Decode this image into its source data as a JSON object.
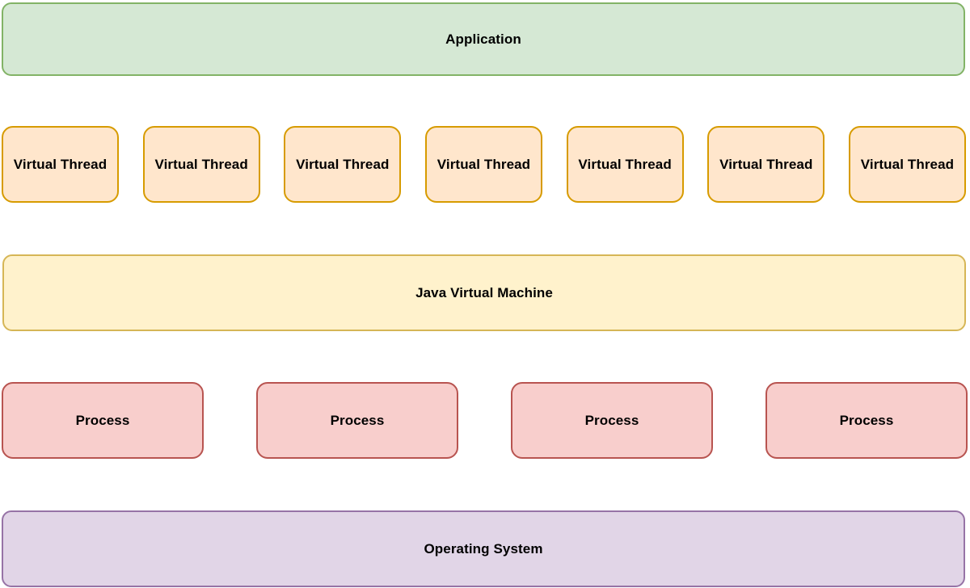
{
  "diagram": {
    "background_color": "#ffffff",
    "text_color": "#000000",
    "application": {
      "label": "Application",
      "fill_color": "#d5e8d4",
      "border_color": "#82b366"
    },
    "virtual_threads": {
      "label": "Virtual Thread",
      "count": 7,
      "fill_color": "#ffe6cc",
      "border_color": "#d79b00"
    },
    "jvm": {
      "label": "Java Virtual Machine",
      "fill_color": "#fff2cc",
      "border_color": "#d6b656"
    },
    "processes": {
      "label": "Process",
      "count": 4,
      "fill_color": "#f8cecc",
      "border_color": "#b85450"
    },
    "operating_system": {
      "label": "Operating System",
      "fill_color": "#e1d5e7",
      "border_color": "#9673a6"
    }
  }
}
